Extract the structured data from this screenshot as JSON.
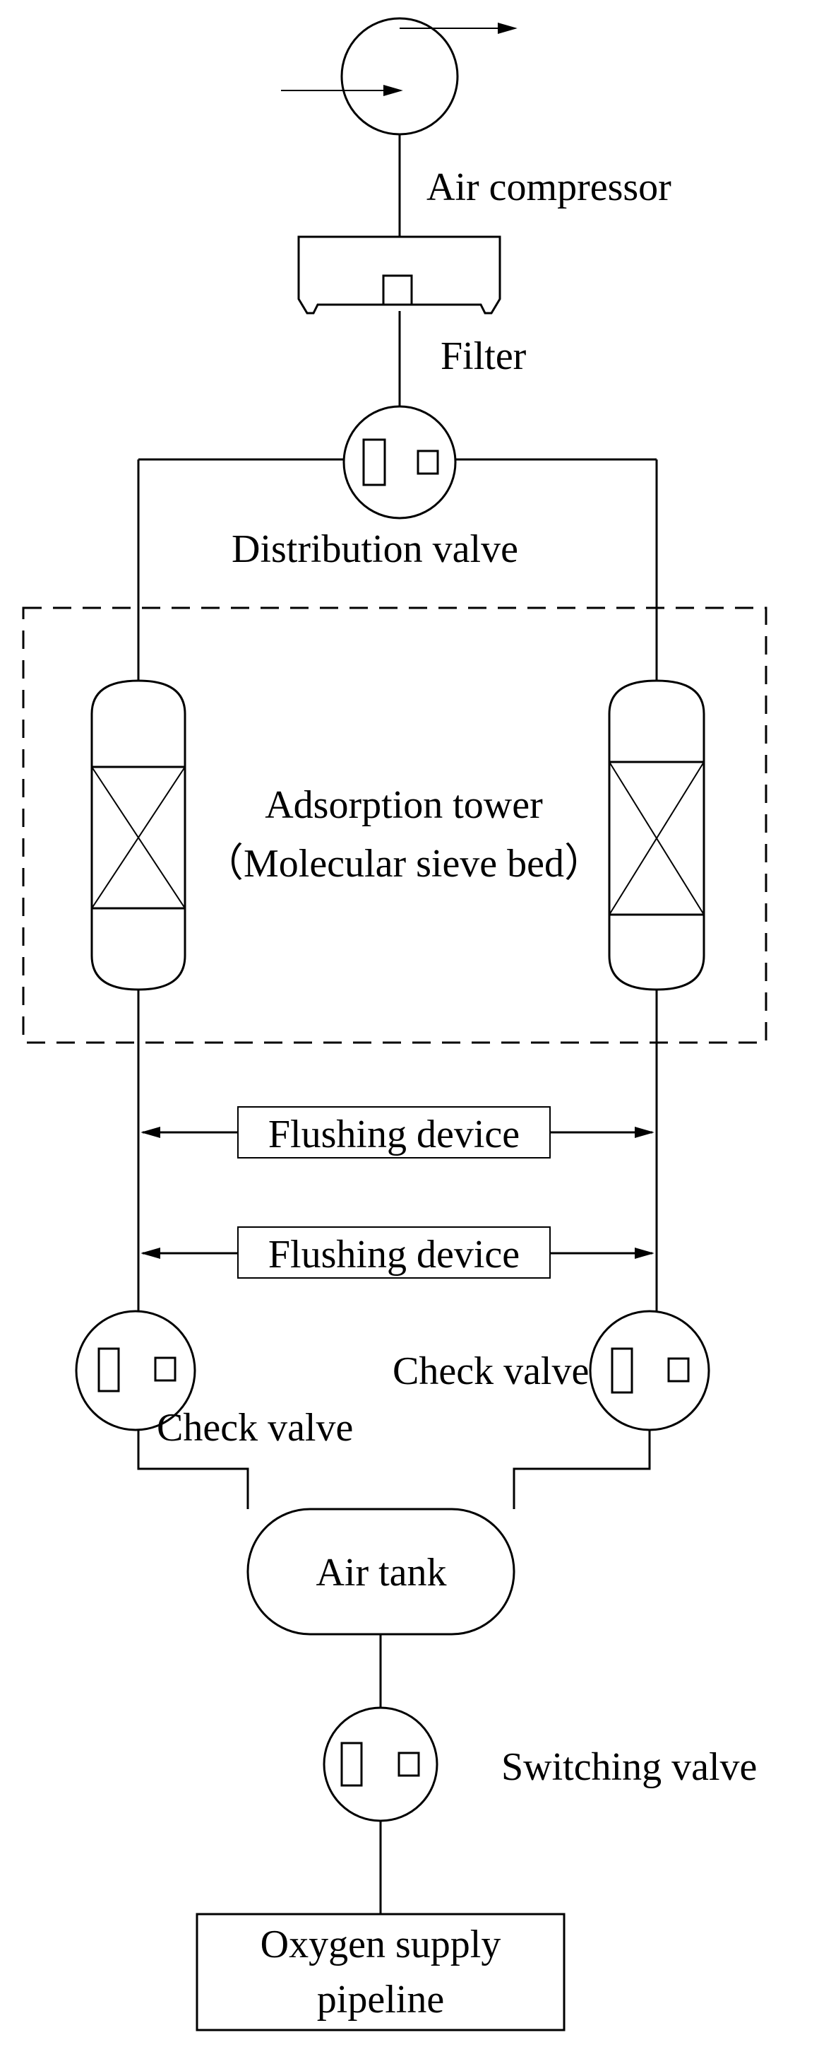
{
  "labels": {
    "air_compressor": "Air compressor",
    "filter": "Filter",
    "distribution_valve": "Distribution valve",
    "adsorption_tower_line1": "Adsorption tower",
    "adsorption_tower_line2": "（Molecular sieve bed）",
    "flushing_device_1": "Flushing device",
    "flushing_device_2": "Flushing device",
    "check_valve_right": "Check valve",
    "check_valve_left": "Check valve",
    "air_tank": "Air tank",
    "switching_valve": "Switching valve",
    "oxygen_supply_line1": "Oxygen supply",
    "oxygen_supply_line2": "pipeline"
  }
}
